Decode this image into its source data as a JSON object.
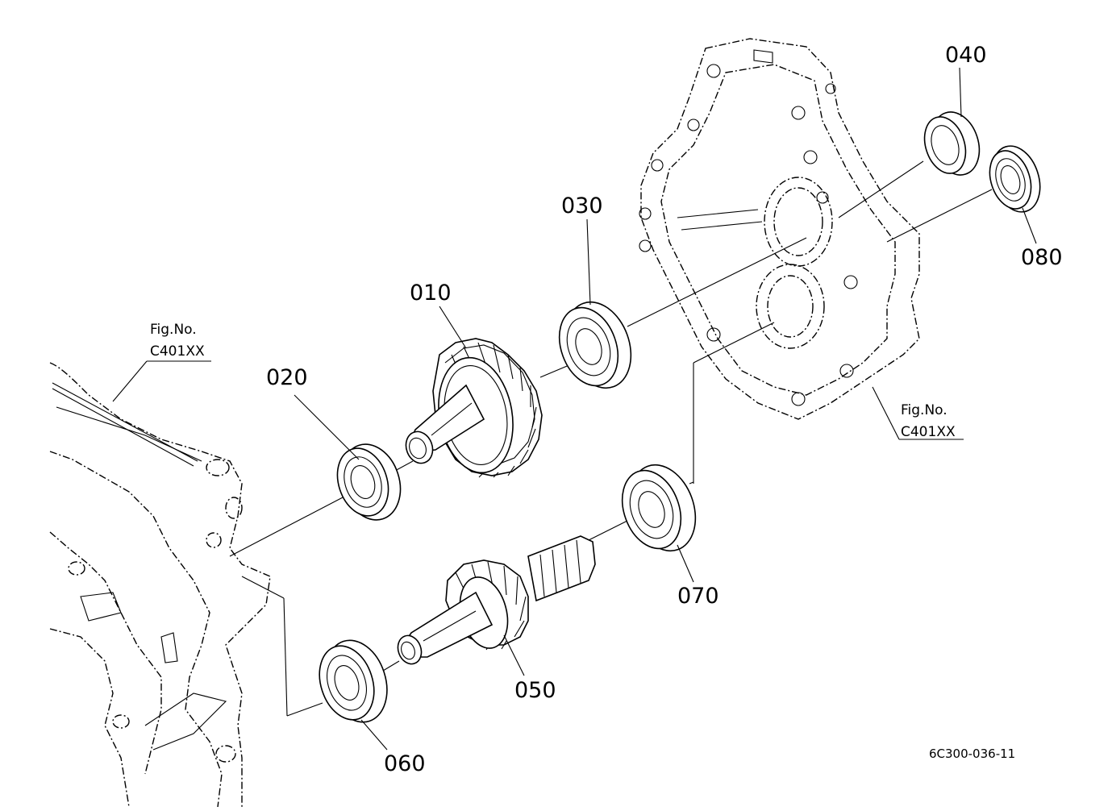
{
  "parts": [
    {
      "id": "p010",
      "label": "010"
    },
    {
      "id": "p020",
      "label": "020"
    },
    {
      "id": "p030",
      "label": "030"
    },
    {
      "id": "p040",
      "label": "040"
    },
    {
      "id": "p050",
      "label": "050"
    },
    {
      "id": "p060",
      "label": "060"
    },
    {
      "id": "p070",
      "label": "070"
    },
    {
      "id": "p080",
      "label": "080"
    }
  ],
  "fig_refs": [
    {
      "title": "Fig.No.",
      "number": "C401XX"
    },
    {
      "title": "Fig.No.",
      "number": "C401XX"
    }
  ],
  "drawing_code": "6C300-036-11",
  "colors": {
    "line": "#000000",
    "background": "#ffffff"
  }
}
